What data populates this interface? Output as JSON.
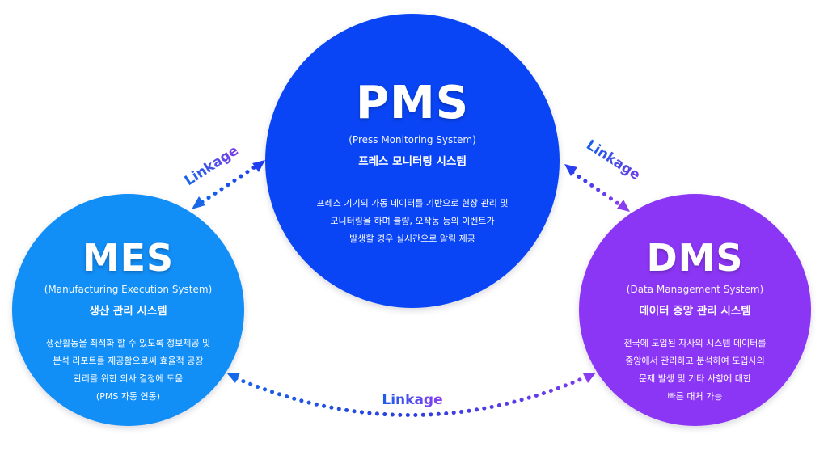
{
  "colors": {
    "pms": "#0a45f5",
    "mes": "#128ef7",
    "dms": "#8c36f5",
    "link_blue": "#1f56e0",
    "link_purple": "#8a3cf0"
  },
  "systems": {
    "pms": {
      "title": "PMS",
      "subtitle": "(Press Monitoring System)",
      "korean_name": "프레스 모니터링 시스템",
      "description": "프레스 기기의 가동 데이터를 기반으로 현장 관리 및\n모니터링을 하며 불량, 오작동 등의 이벤트가\n발생할 경우 실시간으로 알림 제공"
    },
    "mes": {
      "title": "MES",
      "subtitle": "(Manufacturing Execution System)",
      "korean_name": "생산 관리 시스템",
      "description": "생산활동을 최적화 할 수 있도록 정보제공 및\n분석 리포트를 제공함으로써 효율적 공장\n관리를 위한 의사 결정에 도움\n(PMS 자동 연동)"
    },
    "dms": {
      "title": "DMS",
      "subtitle": "(Data Management System)",
      "korean_name": "데이터 중앙 관리 시스템",
      "description": "전국에 도입된 자사의 시스템 데이터를\n중앙에서 관리하고 분석하여 도입사의\n문제 발생 및 기타 사항에 대한\n빠른 대처 가능"
    }
  },
  "links": [
    {
      "id": "mes-pms",
      "label": "Linkage",
      "from": "mes",
      "to": "pms"
    },
    {
      "id": "pms-dms",
      "label": "Linkage",
      "from": "pms",
      "to": "dms"
    },
    {
      "id": "mes-dms",
      "label": "Linkage",
      "from": "mes",
      "to": "dms"
    }
  ]
}
